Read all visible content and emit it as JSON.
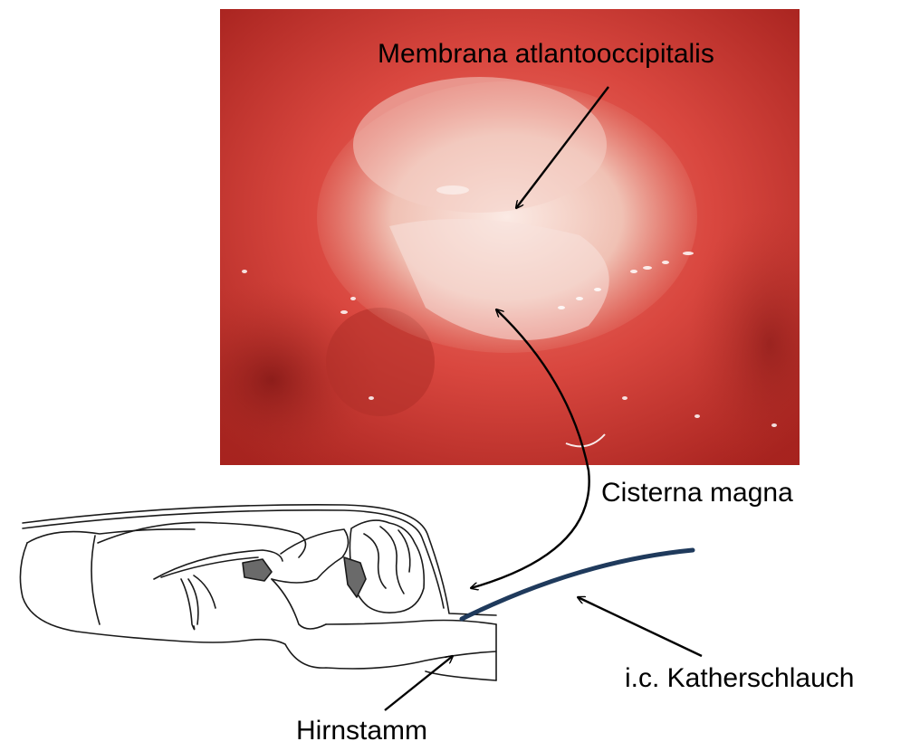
{
  "labels": {
    "membrane": "Membrana atlantooccipitalis",
    "cisterna": "Cisterna magna",
    "catheter": "i.c. Katherschlauch",
    "brainstem": "Hirnstamm"
  },
  "colors": {
    "photo_tissue": "#d9473f",
    "photo_dark": "#8e1e1b",
    "membrane_highlight": "#f6dcd4",
    "catheter": "#1f3a5c",
    "outline": "#1a1a1a"
  }
}
